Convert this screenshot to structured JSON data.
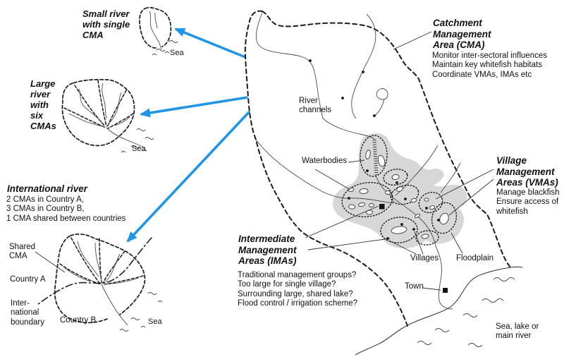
{
  "colors": {
    "line": "#1a1a1a",
    "arrow_blue": "#2095e5",
    "floodplain_grey": "#d7d7d7",
    "background": "#ffffff"
  },
  "examples": {
    "small_river": {
      "title": "Small river\nwith single\nCMA",
      "sea_label": "Sea"
    },
    "large_river": {
      "title": "Large\nriver\nwith\nsix\nCMAs",
      "sea_label": "Sea"
    },
    "international_river": {
      "title": "International river",
      "description": "2 CMAs in Country A,\n3 CMAs in Country B,\n1 CMA shared between countries",
      "shared_cma_label": "Shared\nCMA",
      "country_a_label": "Country A",
      "boundary_label": "Inter-\nnational\nboundary",
      "country_b_label": "Country B",
      "sea_label": "Sea"
    }
  },
  "main_map": {
    "cma": {
      "title": "Catchment\nManagement\nArea (CMA)",
      "notes": "Monitor inter-sectoral influences\nMaintain key whitefish habitats\nCoordinate VMAs, IMAs etc"
    },
    "vma": {
      "title": "Village\nManagement\nAreas (VMAs)",
      "notes": "Manage blackfish\nEnsure access of\nwhitefish"
    },
    "ima": {
      "title": "Intermediate\nManagement\nAreas (IMAs)",
      "notes": "Traditional management groups?\nToo large for single village?\nSurrounding large, shared lake?\nFlood control / irrigation scheme?"
    },
    "labels": {
      "river_channels": "River\nchannels",
      "waterbodies": "Waterbodies",
      "villages": "Villages",
      "floodplain": "Floodplain",
      "town": "Town",
      "sea": "Sea, lake or\nmain river"
    }
  }
}
